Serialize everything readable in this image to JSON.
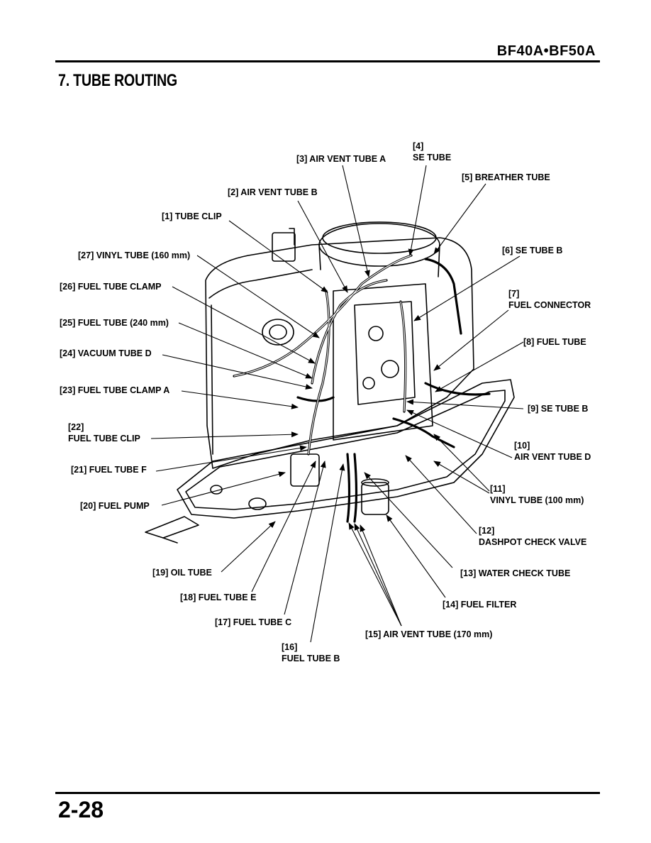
{
  "header": {
    "model": "BF40A•BF50A",
    "section_title": "7. TUBE ROUTING"
  },
  "footer": {
    "page_number": "2-28"
  },
  "labels": {
    "l1": "[1] TUBE CLIP",
    "l2": "[2] AIR VENT TUBE B",
    "l3": "[3] AIR VENT TUBE A",
    "l4_num": "[4]",
    "l4_name": "SE TUBE",
    "l5": "[5] BREATHER TUBE",
    "l6": "[6] SE TUBE B",
    "l7_num": "[7]",
    "l7_name": "FUEL CONNECTOR",
    "l8": "[8] FUEL TUBE",
    "l9": "[9] SE TUBE B",
    "l10_num": "[10]",
    "l10_name": "AIR VENT TUBE D",
    "l11_num": "[11]",
    "l11_name": "VINYL TUBE (100 mm)",
    "l12_num": "[12]",
    "l12_name": "DASHPOT CHECK VALVE",
    "l13": "[13] WATER CHECK TUBE",
    "l14": "[14] FUEL FILTER",
    "l15": "[15] AIR VENT TUBE (170 mm)",
    "l16_num": "[16]",
    "l16_name": "FUEL TUBE B",
    "l17": "[17] FUEL TUBE C",
    "l18": "[18] FUEL TUBE E",
    "l19": "[19] OIL TUBE",
    "l20": "[20] FUEL PUMP",
    "l21": "[21] FUEL TUBE F",
    "l22_num": "[22]",
    "l22_name": "FUEL TUBE CLIP",
    "l23": "[23] FUEL TUBE CLAMP A",
    "l24": "[24] VACUUM TUBE D",
    "l25": "[25] FUEL TUBE (240 mm)",
    "l26": "[26] FUEL TUBE CLAMP",
    "l27": "[27] VINYL TUBE (160 mm)"
  }
}
